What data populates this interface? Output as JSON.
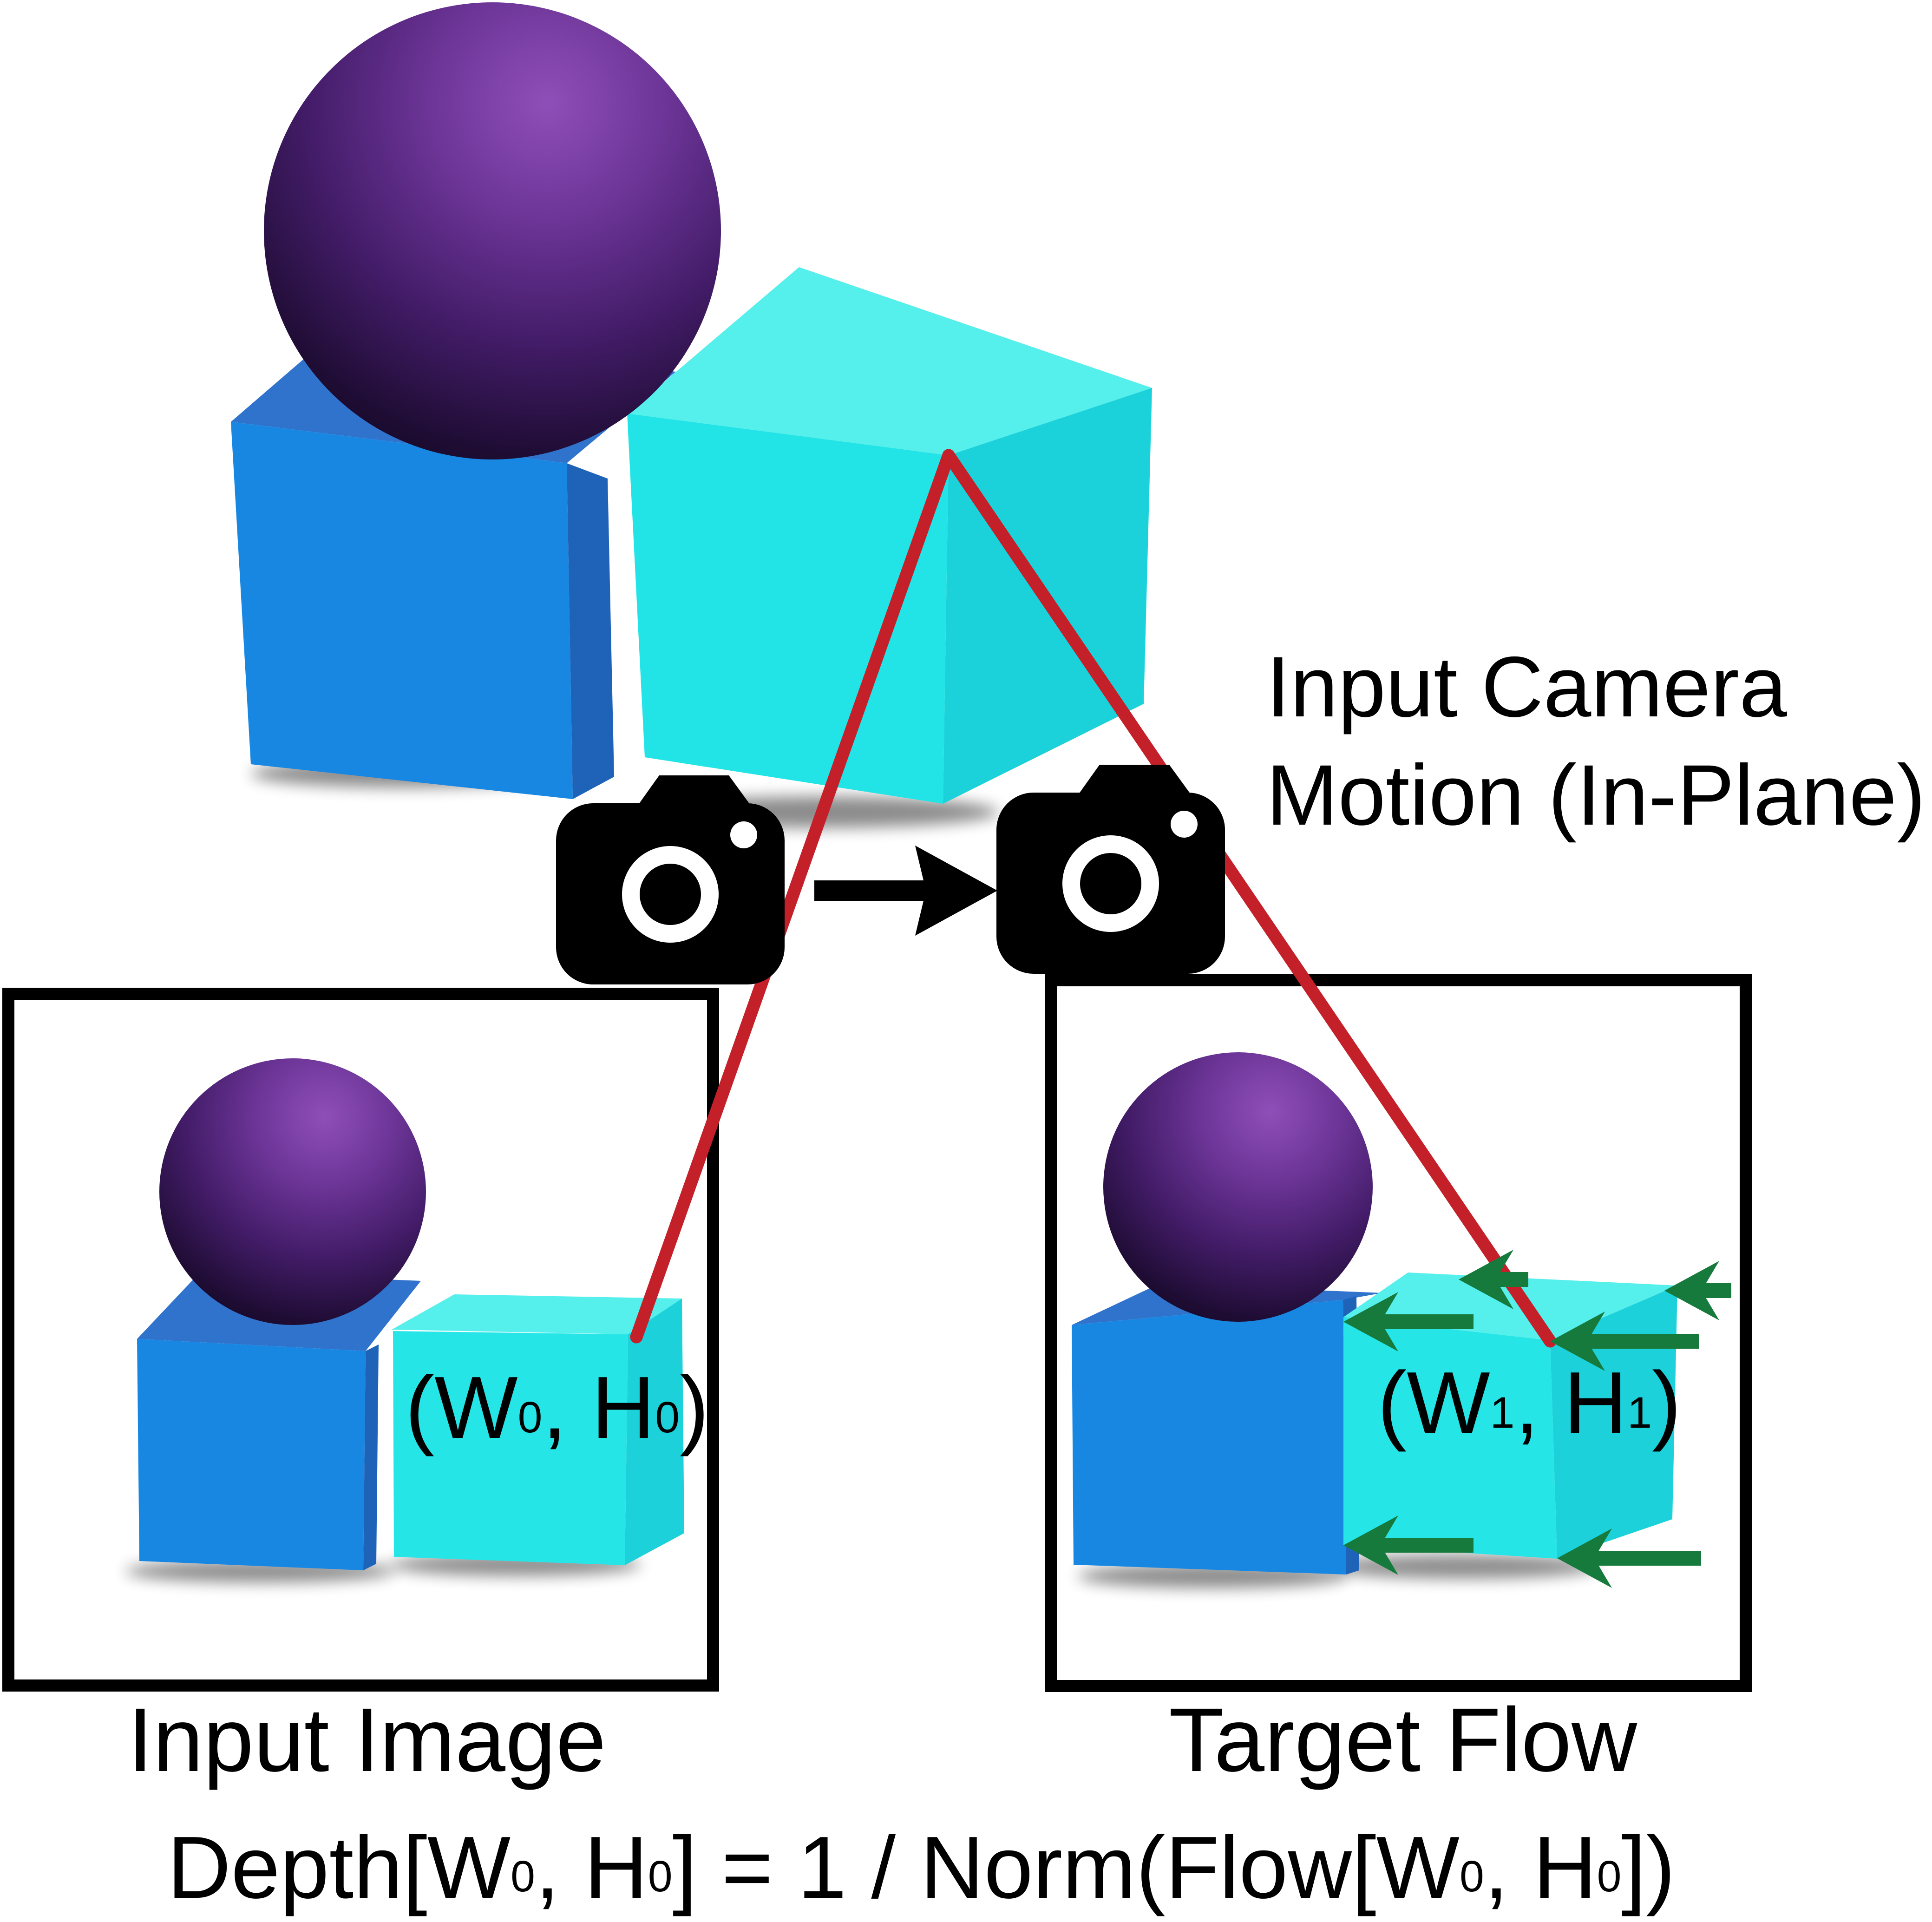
{
  "camera_motion": {
    "line1": "Input Camera",
    "line2": "Motion (In-Plane)"
  },
  "panels": {
    "input_image": {
      "label": "Input Image",
      "point_label_parts": [
        "(W",
        "0",
        ", H",
        "0",
        ")"
      ]
    },
    "target_flow": {
      "label": "Target Flow",
      "point_label_parts": [
        "(W",
        "1",
        ", H",
        "1",
        ")"
      ]
    }
  },
  "formula": {
    "parts": [
      "Depth[W",
      "0",
      ", H",
      "0",
      "] = 1 / Norm(Flow[W",
      "0",
      ", H",
      "0",
      "])"
    ]
  },
  "icons": {
    "camera": "camera-icon",
    "arrow_right": "arrow-right-icon",
    "flow_arrow": "flow-arrow-icon",
    "projection_line": "projection-line"
  },
  "colors": {
    "red_line": "#c3202a",
    "green_arrow": "#157a3c",
    "cyan_front": "#26e5e7",
    "cyan_top": "#55efec",
    "cyan_side": "#1cd1d9",
    "blue_front": "#1787e2",
    "blue_top": "#2f73cd",
    "blue_side": "#1e63b8",
    "purple_light": "#8f4fb8",
    "purple_dark": "#170926",
    "text": "#000000",
    "box_border": "#000000"
  }
}
